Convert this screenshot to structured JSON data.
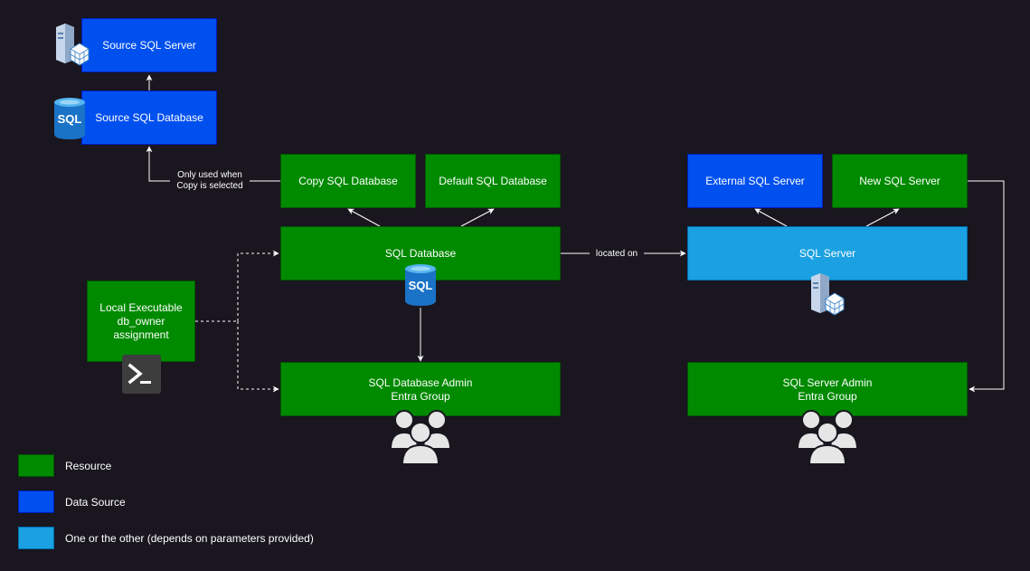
{
  "nodes": {
    "source_sql_server": "Source SQL Server",
    "source_sql_database": "Source SQL Database",
    "copy_sql_database": "Copy SQL Database",
    "default_sql_database": "Default SQL Database",
    "external_sql_server": "External SQL Server",
    "new_sql_server": "New SQL Server",
    "sql_database": "SQL Database",
    "sql_server": "SQL Server",
    "local_executable": "Local Executable\ndb_owner\nassignment",
    "sql_database_admin": "SQL Database Admin\nEntra Group",
    "sql_server_admin": "SQL Server Admin\nEntra Group"
  },
  "edge_labels": {
    "only_used_when_copy": "Only used when\nCopy is selected",
    "located_on": "located on"
  },
  "icons": {
    "sql_text": "SQL",
    "server": "server-icon",
    "database": "sql-database-icon",
    "terminal": "terminal-icon",
    "group": "user-group-icon"
  },
  "legend": [
    {
      "label": "Resource",
      "color": "#008a00"
    },
    {
      "label": "Data Source",
      "color": "#0050ef"
    },
    {
      "label": "One or the other (depends on parameters provided)",
      "color": "#1ba1e2"
    }
  ],
  "colors": {
    "background": "#19161f",
    "resource": "#008a00",
    "data_source": "#0050ef",
    "either": "#1ba1e2",
    "edge": "#ffffff"
  }
}
